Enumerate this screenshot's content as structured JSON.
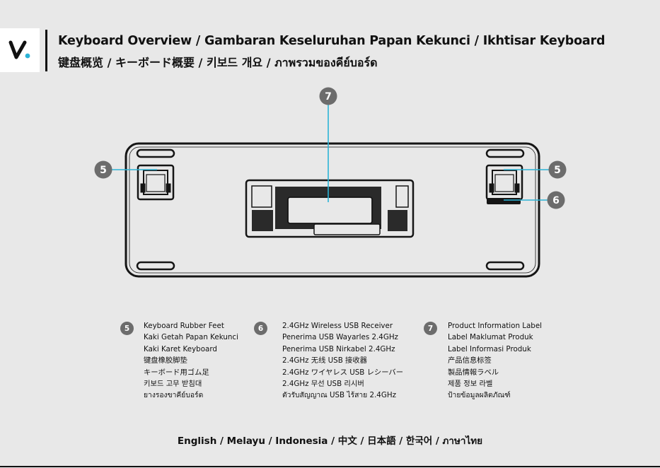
{
  "brand": {
    "logo_text": "V"
  },
  "header": {
    "title_line1": "Keyboard Overview / Gambaran Keseluruhan Papan Kekunci / Ikhtisar Keyboard",
    "title_line2": "键盘概览 / キーボード概要 / 키보드 개요 / ภาพรวมของคีย์บอร์ด"
  },
  "diagram": {
    "callouts": [
      {
        "number": "7"
      },
      {
        "number": "5"
      },
      {
        "number": "5"
      },
      {
        "number": "6"
      }
    ]
  },
  "legend": [
    {
      "number": "5",
      "lines": [
        "Keyboard Rubber Feet",
        "Kaki Getah Papan Kekunci",
        "Kaki Karet Keyboard",
        "键盘橡胶脚垫",
        "キーボード用ゴム足",
        "키보드 고무 받침대",
        "ยางรองขาคีย์บอร์ด"
      ]
    },
    {
      "number": "6",
      "lines": [
        "2.4GHz Wireless USB Receiver",
        "Penerima USB Wayarles 2.4GHz",
        "Penerima USB Nirkabel 2.4GHz",
        "2.4GHz 无线 USB 接收器",
        "2.4GHz ワイヤレス USB レシーバー",
        "2.4GHz 무선 USB 리시버",
        "ตัวรับสัญญาณ USB ไร้สาย 2.4GHz"
      ]
    },
    {
      "number": "7",
      "lines": [
        "Product Information Label",
        "Label Maklumat Produk",
        "Label Informasi Produk",
        "产品信息标签",
        "製品情報ラベル",
        "제품 정보 라벨",
        "ป้ายข้อมูลผลิตภัณฑ์"
      ]
    }
  ],
  "footer": {
    "languages": "English / Melayu / Indonesia / 中文 / 日本語 / 한국어 / ภาษาไทย"
  },
  "colors": {
    "badge": "#6c6c6c",
    "accent_dot": "#2bb3d6",
    "background": "#e8e8e8"
  }
}
